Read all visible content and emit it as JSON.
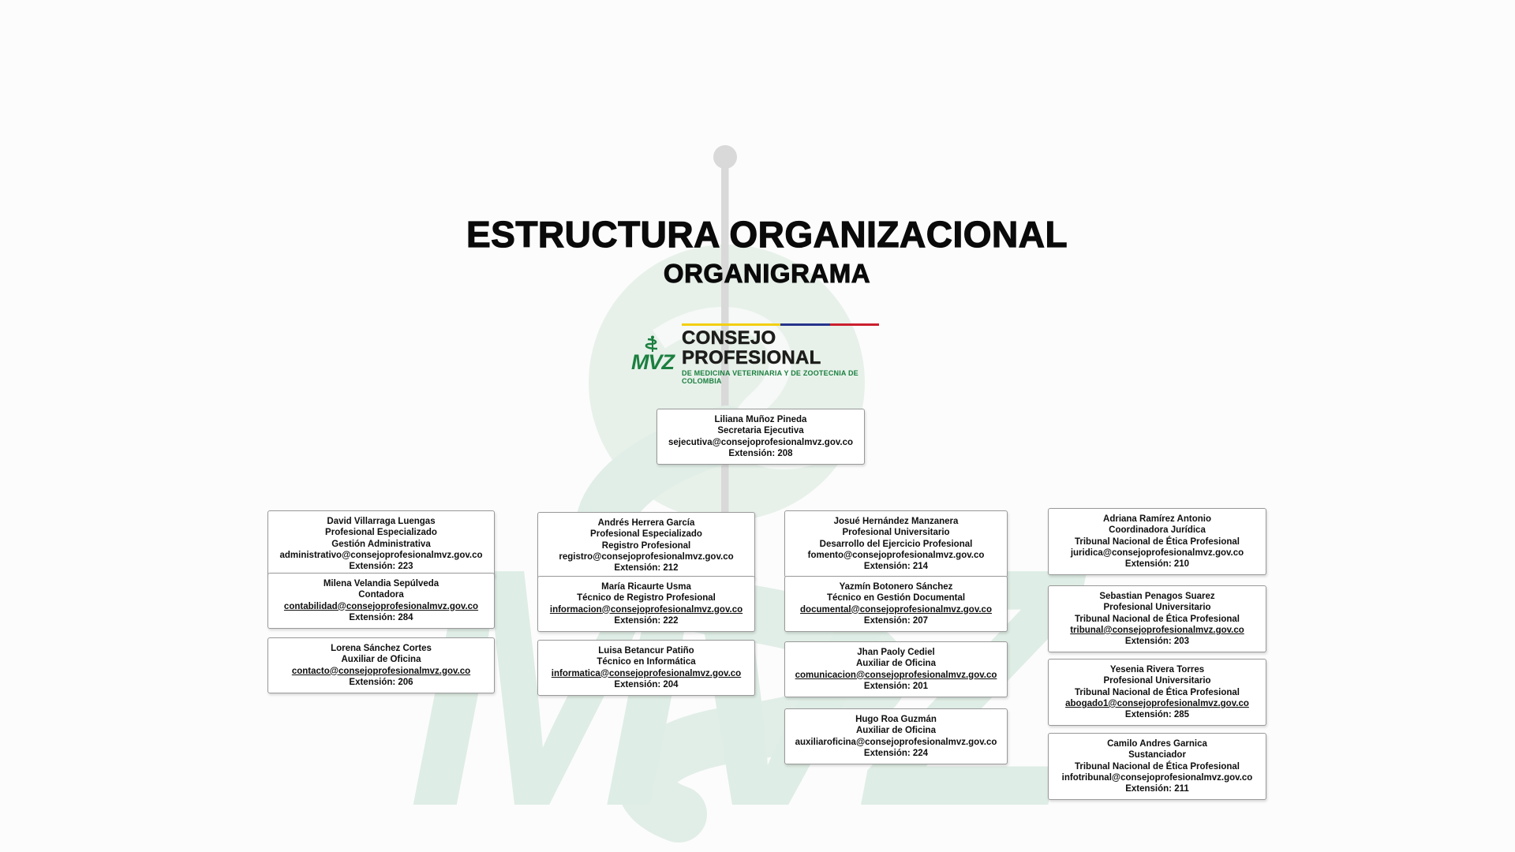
{
  "colors": {
    "brand_green": "#1b7f3f",
    "flag_yellow": "#f2cf0e",
    "flag_blue": "#27348b",
    "flag_red": "#cb1f2e",
    "watermark_green": "#e4f0e9",
    "staff_gray": "#d9d9d9"
  },
  "header": {
    "title": "ESTRUCTURA ORGANIZACIONAL",
    "subtitle": "ORGANIGRAMA"
  },
  "logo": {
    "acronym": "MVZ",
    "name": "CONSEJO PROFESIONAL",
    "tagline": "DE MEDICINA VETERINARIA Y DE ZOOTECNIA DE COLOMBIA"
  },
  "org": {
    "root": {
      "name": "Liliana Muñoz Pineda",
      "role": "Secretaria Ejecutiva",
      "email": "sejecutiva@consejoprofesionalmvz.gov.co",
      "extension": "Extensión: 208"
    },
    "columns": [
      {
        "cards": [
          {
            "name": "David Villarraga Luengas",
            "role": "Profesional Especializado",
            "dept": "Gestión Administrativa",
            "email": "administrativo@consejoprofesionalmvz.gov.co",
            "extension": "Extensión: 223"
          },
          {
            "name": "Milena Velandia Sepúlveda",
            "role": "Contadora",
            "email": "contabilidad@consejoprofesionalmvz.gov.co",
            "extension": "Extensión: 284"
          },
          {
            "name": "Lorena Sánchez Cortes",
            "role": "Auxiliar de Oficina",
            "email": "contacto@consejoprofesionalmvz.gov.co",
            "extension": "Extensión: 206"
          }
        ]
      },
      {
        "cards": [
          {
            "name": "Andrés Herrera García",
            "role": "Profesional Especializado",
            "dept": "Registro Profesional",
            "email": "registro@consejoprofesionalmvz.gov.co",
            "extension": "Extensión: 212"
          },
          {
            "name": "María Ricaurte Usma",
            "role": "Técnico de Registro Profesional",
            "email": "informacion@consejoprofesionalmvz.gov.co",
            "extension": "Extensión: 222"
          },
          {
            "name": "Luisa Betancur Patiño",
            "role": "Técnico en Informática",
            "email": "informatica@consejoprofesionalmvz.gov.co",
            "extension": "Extensión: 204"
          }
        ]
      },
      {
        "cards": [
          {
            "name": "Josué Hernández Manzanera",
            "role": "Profesional Universitario",
            "dept": "Desarrollo del Ejercicio Profesional",
            "email": "fomento@consejoprofesionalmvz.gov.co",
            "extension": "Extensión: 214"
          },
          {
            "name": "Yazmín Botonero Sánchez",
            "role": "Técnico en Gestión Documental",
            "email": "documental@consejoprofesionalmvz.gov.co",
            "extension": "Extensión: 207"
          },
          {
            "name": "Jhan Paoly Cediel",
            "role": "Auxiliar de Oficina",
            "email": "comunicacion@consejoprofesionalmvz.gov.co",
            "extension": "Extensión: 201"
          },
          {
            "name": "Hugo Roa Guzmán",
            "role": "Auxiliar de Oficina",
            "email": "auxiliaroficina@consejoprofesionalmvz.gov.co",
            "extension": "Extensión: 224"
          }
        ]
      },
      {
        "cards": [
          {
            "name": "Adriana Ramírez Antonio",
            "role": "Coordinadora Jurídica",
            "dept": "Tribunal Nacional de Ética Profesional",
            "email": "juridica@consejoprofesionalmvz.gov.co",
            "extension": "Extensión: 210"
          },
          {
            "name": "Sebastian Penagos Suarez",
            "role": "Profesional Universitario",
            "dept": "Tribunal Nacional de Ética Profesional",
            "email": "tribunal@consejoprofesionalmvz.gov.co",
            "extension": "Extensión: 203"
          },
          {
            "name": "Yesenia Rivera Torres",
            "role": "Profesional Universitario",
            "dept": "Tribunal Nacional de Ética Profesional",
            "email": "abogado1@consejoprofesionalmvz.gov.co",
            "extension": "Extensión: 285"
          },
          {
            "name": "Camilo Andres Garnica",
            "role": "Sustanciador",
            "dept": "Tribunal Nacional de Ética Profesional",
            "email": "infotribunal@consejoprofesionalmvz.gov.co",
            "extension": "Extensión: 211"
          }
        ]
      }
    ]
  }
}
